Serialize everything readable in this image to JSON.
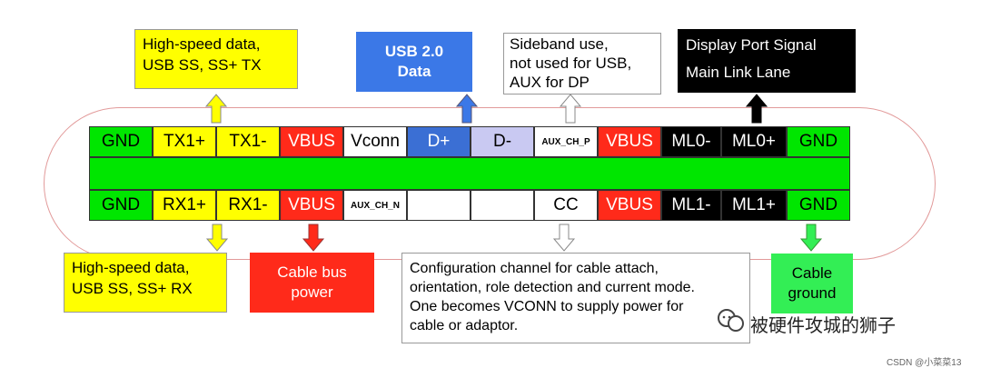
{
  "top_pins": [
    {
      "label": "GND",
      "bg": "#00e600",
      "fg": "#000000"
    },
    {
      "label": "TX1+",
      "bg": "#ffff00",
      "fg": "#000000"
    },
    {
      "label": "TX1-",
      "bg": "#ffff00",
      "fg": "#000000"
    },
    {
      "label": "VBUS",
      "bg": "#ff2a1a",
      "fg": "#ffffff"
    },
    {
      "label": "Vconn",
      "bg": "#ffffff",
      "fg": "#000000"
    },
    {
      "label": "D+",
      "bg": "#3b6fd4",
      "fg": "#ffffff"
    },
    {
      "label": "D-",
      "bg": "#c9c9f2",
      "fg": "#000000"
    },
    {
      "label": "AUX_CH_P",
      "bg": "#ffffff",
      "fg": "#000000",
      "small": true
    },
    {
      "label": "VBUS",
      "bg": "#ff2a1a",
      "fg": "#ffffff"
    },
    {
      "label": "ML0-",
      "bg": "#000000",
      "fg": "#ffffff"
    },
    {
      "label": "ML0+",
      "bg": "#000000",
      "fg": "#ffffff"
    },
    {
      "label": "GND",
      "bg": "#00e600",
      "fg": "#000000"
    }
  ],
  "bottom_pins": [
    {
      "label": "GND",
      "bg": "#00e600",
      "fg": "#000000"
    },
    {
      "label": "RX1+",
      "bg": "#ffff00",
      "fg": "#000000"
    },
    {
      "label": "RX1-",
      "bg": "#ffff00",
      "fg": "#000000"
    },
    {
      "label": "VBUS",
      "bg": "#ff2a1a",
      "fg": "#ffffff"
    },
    {
      "label": "AUX_CH_N",
      "bg": "#ffffff",
      "fg": "#000000",
      "small": true
    },
    {
      "label": "",
      "bg": "#ffffff",
      "fg": "#000000"
    },
    {
      "label": "",
      "bg": "#ffffff",
      "fg": "#000000"
    },
    {
      "label": "CC",
      "bg": "#ffffff",
      "fg": "#000000"
    },
    {
      "label": "VBUS",
      "bg": "#ff2a1a",
      "fg": "#ffffff"
    },
    {
      "label": "ML1-",
      "bg": "#000000",
      "fg": "#ffffff"
    },
    {
      "label": "ML1+",
      "bg": "#000000",
      "fg": "#ffffff"
    },
    {
      "label": "GND",
      "bg": "#00e600",
      "fg": "#000000"
    }
  ],
  "callouts": {
    "hs_tx": {
      "line1": "High-speed data,",
      "line2": "USB SS, SS+ TX"
    },
    "usb2": {
      "line1": "USB 2.0",
      "line2": "Data"
    },
    "sideband": {
      "line1": "Sideband use,",
      "line2": "not used for USB,",
      "line3": "AUX for DP"
    },
    "dp": {
      "line1": "Display Port Signal",
      "line2": "Main Link Lane"
    },
    "hs_rx": {
      "line1": "High-speed data,",
      "line2": "USB SS, SS+ RX"
    },
    "cable_bus": {
      "line1": "Cable bus",
      "line2": "power"
    },
    "cc": {
      "line1": "Configuration channel for cable attach,",
      "line2": "orientation, role detection and current mode.",
      "line3": "One becomes VCONN to supply power for",
      "line4": "cable or adaptor."
    },
    "cable_ground": {
      "line1": "Cable",
      "line2": "ground"
    }
  },
  "watermark": "被硬件攻城的狮子",
  "credit": "CSDN @小菜菜13"
}
